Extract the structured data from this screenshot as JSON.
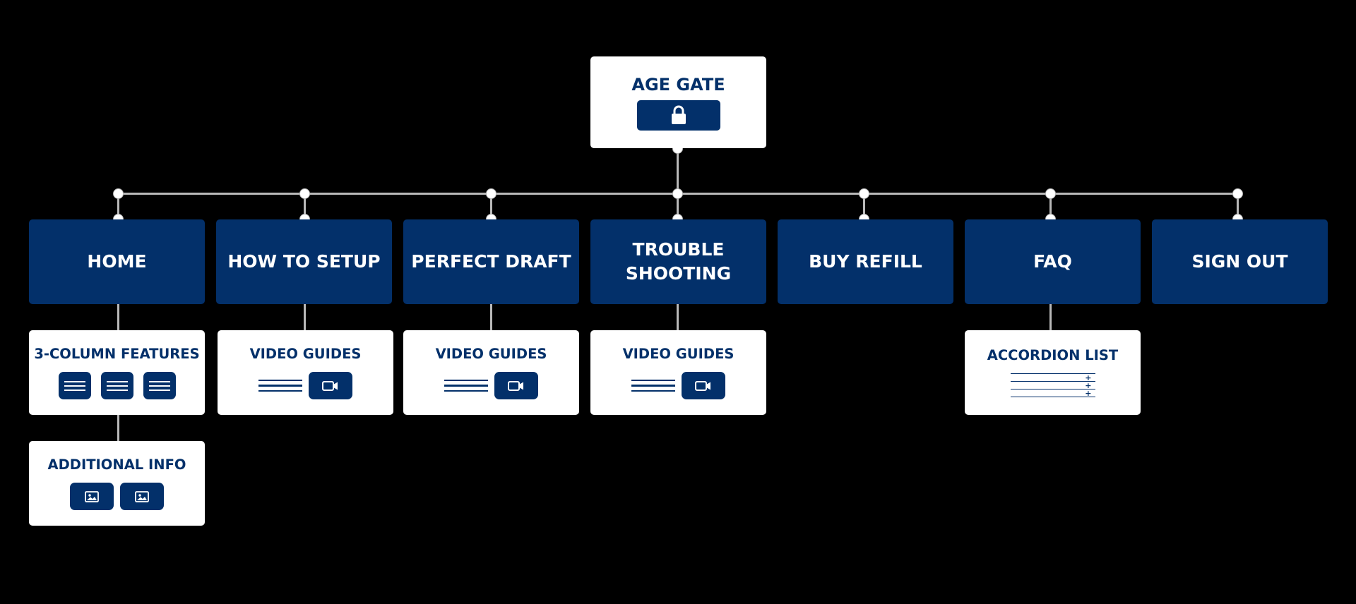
{
  "root": {
    "title": "AGE GATE",
    "icon": "lock-icon"
  },
  "nav": [
    {
      "label": "HOME"
    },
    {
      "label": "HOW TO SETUP"
    },
    {
      "label": "PERFECT DRAFT"
    },
    {
      "label_line1": "TROUBLE",
      "label_line2": "SHOOTING"
    },
    {
      "label": "BUY REFILL"
    },
    {
      "label": "FAQ"
    },
    {
      "label": "SIGN OUT"
    }
  ],
  "cards": {
    "home_features": {
      "title": "3-COLUMN FEATURES",
      "icons": [
        "text-lines-icon",
        "text-lines-icon",
        "text-lines-icon"
      ]
    },
    "home_additional": {
      "title": "ADDITIONAL INFO",
      "icons": [
        "image-icon",
        "image-icon"
      ]
    },
    "setup_video": {
      "title": "VIDEO GUIDES",
      "icons": [
        "text-lines-icon",
        "video-camera-icon"
      ]
    },
    "draft_video": {
      "title": "VIDEO GUIDES",
      "icons": [
        "text-lines-icon",
        "video-camera-icon"
      ]
    },
    "trouble_video": {
      "title": "VIDEO GUIDES",
      "icons": [
        "text-lines-icon",
        "video-camera-icon"
      ]
    },
    "faq_accordion": {
      "title": "ACCORDION LIST",
      "icons": [
        "accordion-icon"
      ]
    }
  },
  "colors": {
    "background": "#000000",
    "primary": "#03306a",
    "card": "#ffffff",
    "connector": "#b9b9b9"
  }
}
